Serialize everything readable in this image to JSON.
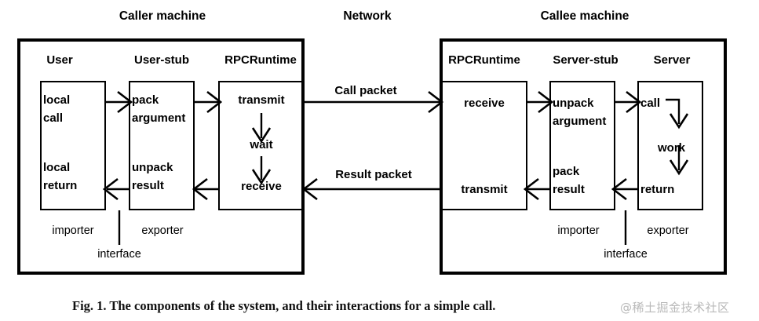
{
  "figure": {
    "caption": "Fig. 1.   The components of the system, and their interactions for a simple call.",
    "watermark": "@稀土掘金技术社区"
  },
  "titles": {
    "caller_machine": "Caller machine",
    "network": "Network",
    "callee_machine": "Callee machine"
  },
  "caller": {
    "columns": [
      {
        "head": "User",
        "box_lines": [
          "local",
          "call",
          "local",
          "return"
        ]
      },
      {
        "head": "User-stub",
        "box_lines": [
          "pack",
          "argument",
          "unpack",
          "result"
        ]
      },
      {
        "head": "RPCRuntime",
        "box_lines": [
          "transmit",
          "wait",
          "receive"
        ]
      }
    ],
    "roles": {
      "importer": "importer",
      "exporter": "exporter",
      "interface": "interface"
    }
  },
  "callee": {
    "columns": [
      {
        "head": "RPCRuntime",
        "box_lines": [
          "receive",
          "transmit"
        ]
      },
      {
        "head": "Server-stub",
        "box_lines": [
          "unpack",
          "argument",
          "pack",
          "result"
        ]
      },
      {
        "head": "Server",
        "box_lines": [
          "call",
          "work",
          "return"
        ]
      }
    ],
    "roles": {
      "importer": "importer",
      "exporter": "exporter",
      "interface": "interface"
    }
  },
  "network": {
    "call_packet": "Call packet",
    "result_packet": "Result packet"
  },
  "colors": {
    "stroke": "#000000",
    "background": "#ffffff",
    "watermark": "#b9b9b9"
  }
}
